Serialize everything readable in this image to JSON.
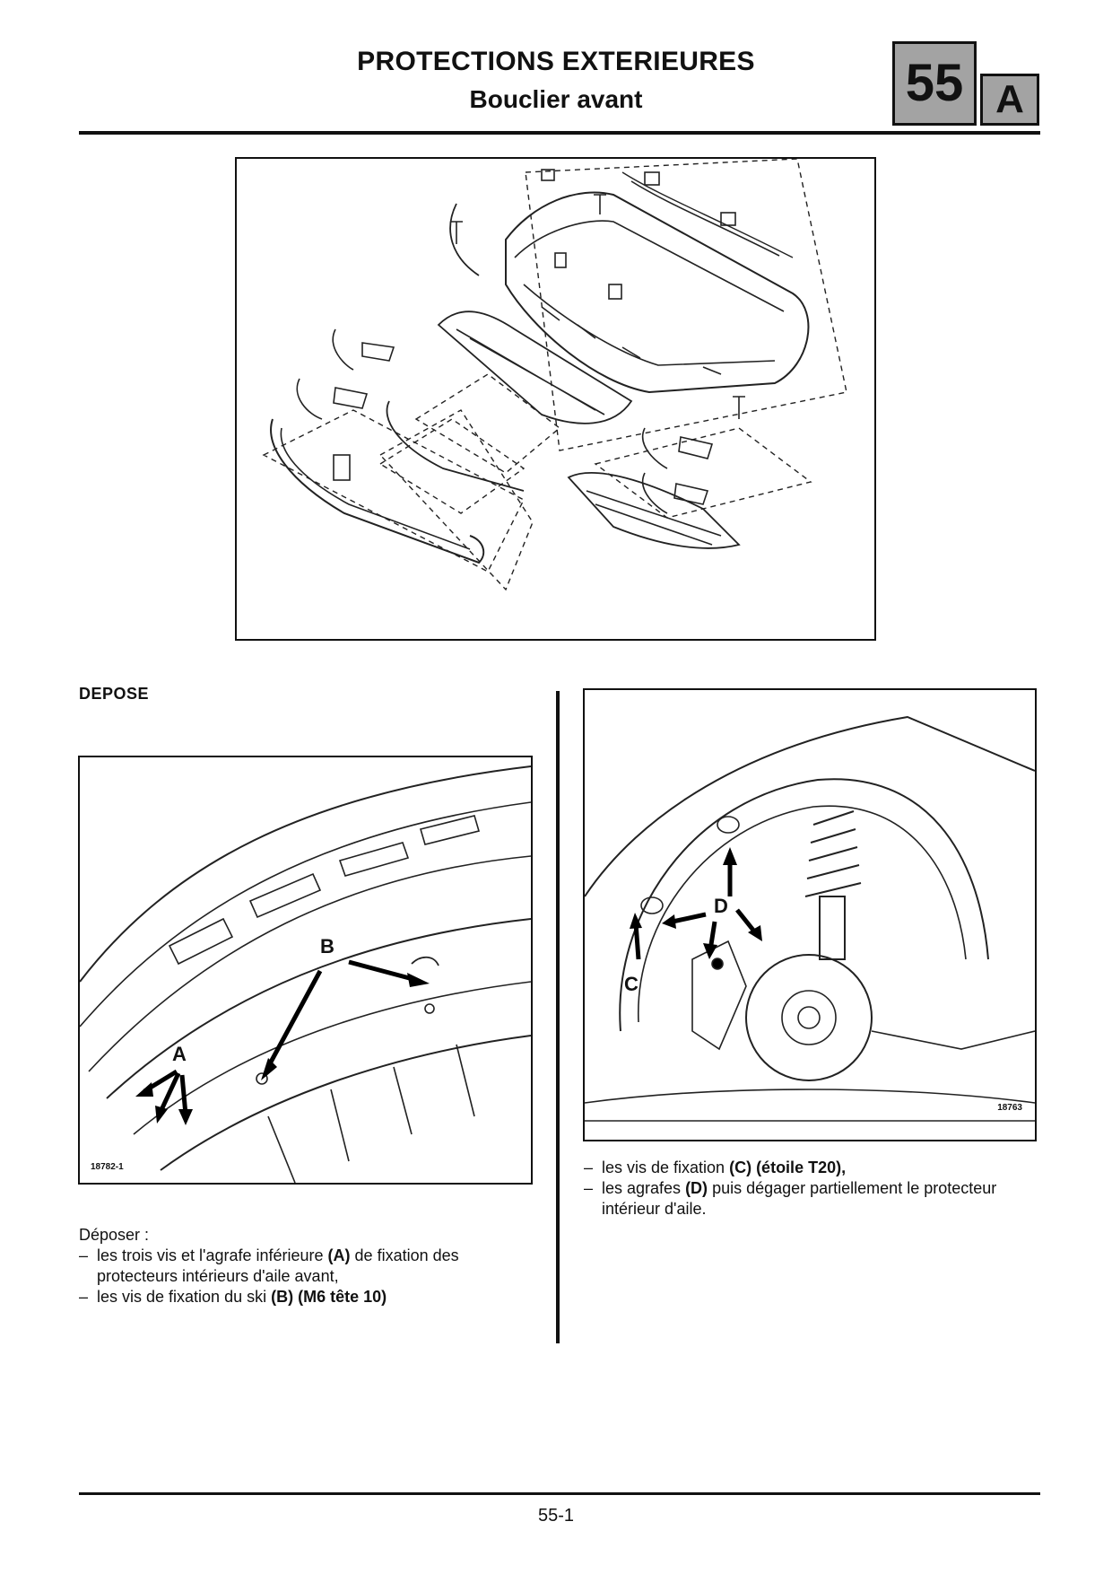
{
  "header": {
    "title": "PROTECTIONS EXTERIEURES",
    "subtitle": "Bouclier avant",
    "chapter_number": "55",
    "chapter_letter": "A"
  },
  "section": {
    "heading": "DEPOSE"
  },
  "figures": {
    "left": {
      "code": "18782-1",
      "callout_b": "B",
      "callout_a": "A"
    },
    "right": {
      "code": "18763",
      "callout_c": "C",
      "callout_d": "D"
    }
  },
  "left_text": {
    "intro": "Déposer :",
    "items": [
      {
        "dash": "–",
        "before": "les trois vis et l'agrafe inférieure ",
        "bold": "(A)",
        "after": " de fixation des protecteurs intérieurs d'aile avant,"
      },
      {
        "dash": "–",
        "before": "les vis de fixation du ski ",
        "bold": "(B) (M6 tête 10)",
        "after": ""
      }
    ]
  },
  "right_text": {
    "items": [
      {
        "dash": "–",
        "before": "les vis de fixation ",
        "bold": "(C) (étoile T20),",
        "after": ""
      },
      {
        "dash": "–",
        "before": "les agrafes ",
        "bold": "(D)",
        "after": " puis dégager partiellement le protecteur intérieur d'aile."
      }
    ]
  },
  "footer": {
    "page_number": "55-1"
  }
}
